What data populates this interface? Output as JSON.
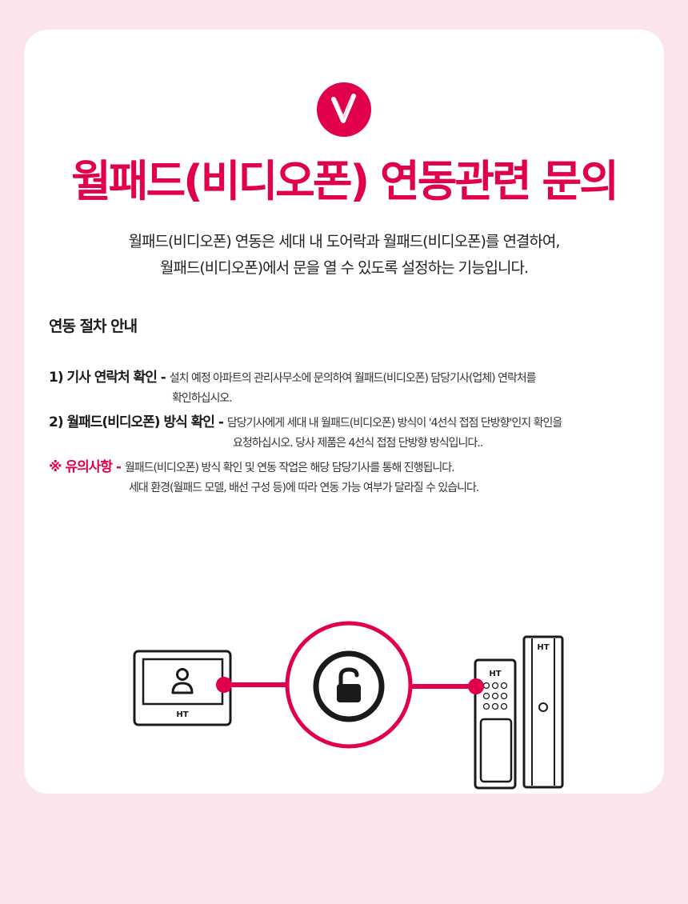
{
  "title": "월패드(비디오폰) 연동관련 문의",
  "badge_letter": "V",
  "intro": {
    "line1": "월패드(비디오폰) 연동은 세대 내 도어락과 월패드(비디오폰)를 연결하여,",
    "line2": "월패드(비디오폰)에서 문을 열 수 있도록 설정하는 기능입니다."
  },
  "section_heading": "연동 절차 안내",
  "steps": [
    {
      "label": "1) 기사 연락처 확인",
      "sep": " - ",
      "line1": "설치 예정 아파트의 관리사무소에 문의하여 월패드(비디오폰) 담당기사(업체) 연락처를",
      "line2": "확인하십시오."
    },
    {
      "label": "2) 월패드(비디오폰) 방식 확인",
      "sep": " - ",
      "line1": "담당기사에게 세대 내 월패드(비디오폰) 방식이 '4선식 접점 단방향'인지 확인을",
      "line2": "요청하십시오. 당사 제품은 4선식 접점 단방향 방식입니다.."
    }
  ],
  "note": {
    "label": "※ 유의사항",
    "sep": " - ",
    "line1": "월패드(비디오폰) 방식 확인 및 연동 작업은 해당 담당기사를 통해 진행됩니다.",
    "line2": "세대 환경(월패드 모델, 배선 구성 등)에 따라 연동 가능 여부가 달라질 수 있습니다."
  },
  "diagram": {
    "wallpad_brand": "HT",
    "doorlock_brand": "HT",
    "handle_brand": "HT",
    "icons": [
      "user-icon",
      "unlock-icon"
    ],
    "accent": "#e0004d",
    "line_color": "#1a1a1a"
  }
}
